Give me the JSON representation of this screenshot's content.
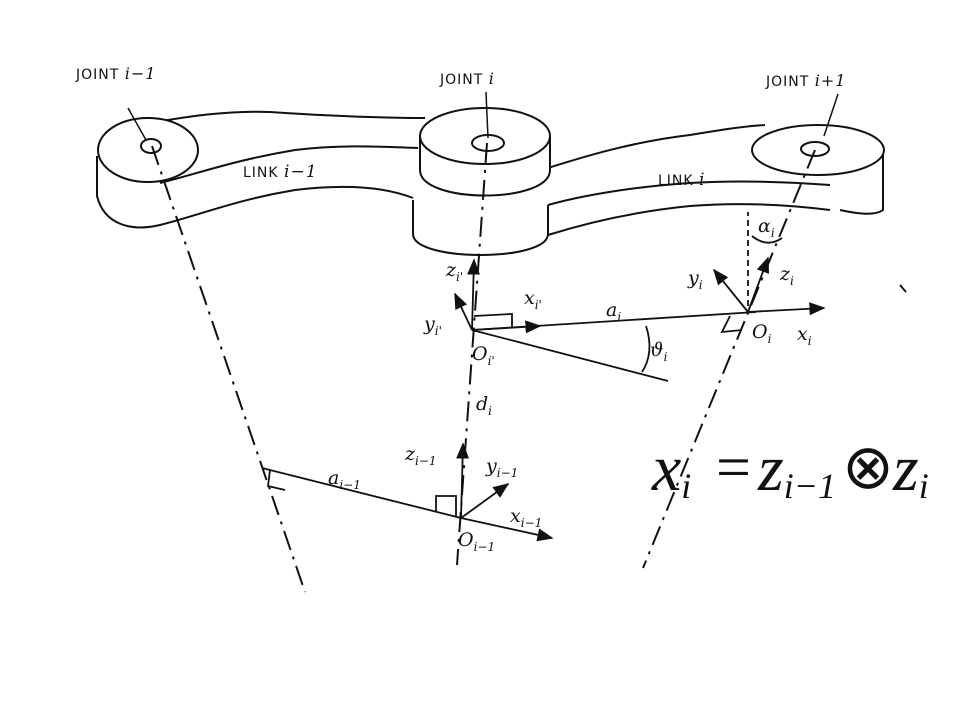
{
  "joints": {
    "prev": {
      "label": "JOINT",
      "index": "i−1"
    },
    "curr": {
      "label": "JOINT",
      "index": "i"
    },
    "next": {
      "label": "JOINT",
      "index": "i+1"
    }
  },
  "links": {
    "prev": {
      "label": "LINK",
      "index": "i−1"
    },
    "curr": {
      "label": "LINK",
      "index": "i"
    }
  },
  "frame_prime": {
    "z": "z",
    "z_sub": "i'",
    "y": "y",
    "y_sub": "i'",
    "x": "x",
    "x_sub": "i'",
    "o": "O",
    "o_sub": "i'"
  },
  "frame_i": {
    "z": "z",
    "z_sub": "i",
    "y": "y",
    "y_sub": "i",
    "x": "x",
    "x_sub": "i",
    "o": "O",
    "o_sub": "i"
  },
  "frame_prev": {
    "z": "z",
    "z_sub": "i−1",
    "y": "y",
    "y_sub": "i−1",
    "x": "x",
    "x_sub": "i−1",
    "o": "O",
    "o_sub": "i−1"
  },
  "params": {
    "a_i": "a",
    "a_i_sub": "i",
    "a_prev": "a",
    "a_prev_sub": "i−1",
    "alpha": "α",
    "alpha_sub": "i",
    "theta": "ϑ",
    "theta_sub": "i",
    "d": "d",
    "d_sub": "i"
  },
  "equation": {
    "lhs": "x",
    "lhs_sub": "i",
    "eq": "=",
    "z1": "z",
    "z1_sub": "i−1",
    "op": "⊗",
    "z2": "z",
    "z2_sub": "i"
  }
}
